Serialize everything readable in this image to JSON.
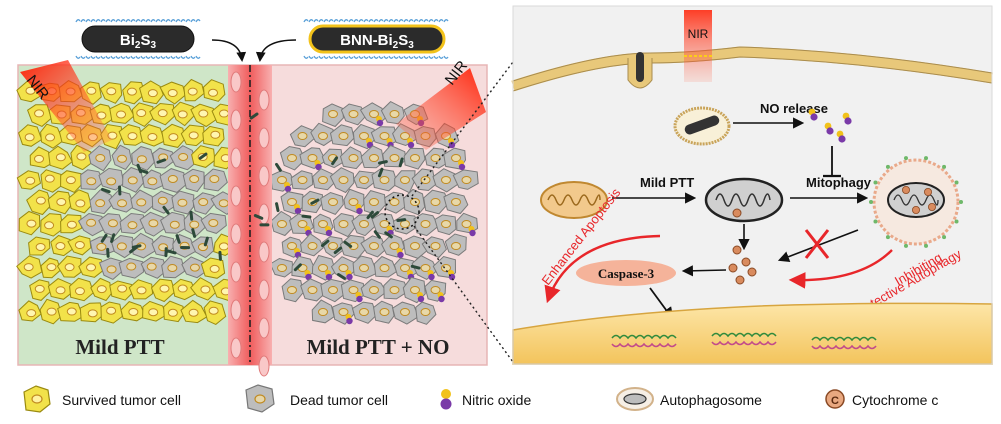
{
  "nanoparticles": {
    "left": {
      "base": "Bi",
      "sub": "2",
      "base2": "S",
      "sub2": "3"
    },
    "right": {
      "prefix": "BNN-Bi",
      "sub": "2",
      "base2": "S",
      "sub2": "3"
    }
  },
  "panel_left": {
    "nir_left": "NIR",
    "nir_right": "NIR",
    "label_left": "Mild PTT",
    "label_right": "Mild PTT + NO"
  },
  "panel_right": {
    "nir": "NIR",
    "no_release": "NO release",
    "mild_ptt": "Mild PTT",
    "mitophagy": "Mitophagy",
    "enhanced_apoptosis": "Enhanced Apoptosis",
    "caspase": "Caspase-3",
    "inhibiting_1": "Inhibiting",
    "inhibiting_2": "Protective Autophagy"
  },
  "legend": [
    {
      "label": "Survived tumor cell",
      "icon": "survived-cell-icon"
    },
    {
      "label": "Dead tumor cell",
      "icon": "dead-cell-icon"
    },
    {
      "label": "Nitric oxide",
      "icon": "nitric-oxide-icon"
    },
    {
      "label": "Autophagosome",
      "icon": "autophagosome-icon"
    },
    {
      "label": "Cytochrome c",
      "icon": "cytochrome-icon"
    }
  ],
  "colors": {
    "survived": "#f2e24a",
    "dead": "#bdbdbd",
    "vessel": "#f36b6b",
    "nir": "#ff2a10",
    "arrow_red": "#e8262a",
    "green_bg": "#cfe6c8",
    "pink_bg": "#f6dcdc"
  }
}
